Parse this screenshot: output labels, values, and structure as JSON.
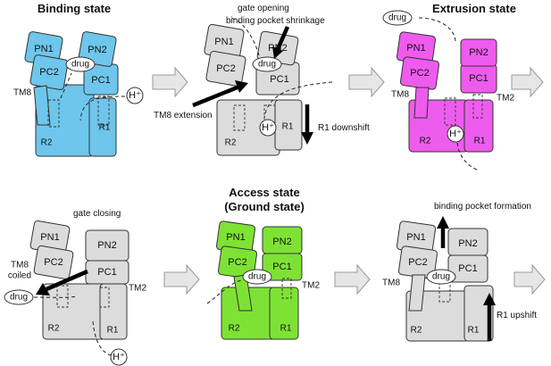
{
  "titles": {
    "binding": "Binding state",
    "extrusion": "Extrusion state",
    "access_line1": "Access state",
    "access_line2": "(Ground state)"
  },
  "domains": {
    "pn1": "PN1",
    "pn2": "PN2",
    "pc1": "PC1",
    "pc2": "PC2",
    "r1": "R1",
    "r2": "R2",
    "tm8": "TM8",
    "tm2": "TM2"
  },
  "labels": {
    "drug": "drug",
    "proton": "H⁺",
    "gate_opening": "gate opening",
    "binding_pocket_shrinkage": "binding pocket shrinkage",
    "tm8_extension": "TM8 extension",
    "r1_downshift": "R1 downshift",
    "gate_closing": "gate closing",
    "tm8_coiled_line1": "TM8",
    "tm8_coiled_line2": "coiled",
    "binding_pocket_formation": "binding pocket formation",
    "r1_upshift": "R1 upshift"
  },
  "colors": {
    "binding": "#6ec6ec",
    "intermediate": "#dcdcdc",
    "extrusion": "#ee5ced",
    "access": "#7ee234",
    "transition_arrow": "#e6e6e6"
  }
}
